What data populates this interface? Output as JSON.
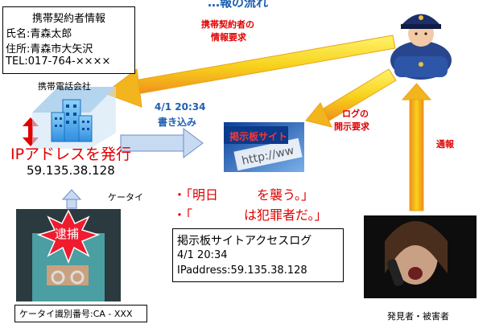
{
  "header_partial": "…報の流れ",
  "contract_info": {
    "title": "携帯契約者情報",
    "name": "氏名:青森太郎",
    "address": "住所:青森市大矢沢",
    "tel": "TEL:017-764-××××"
  },
  "carrier_label": "携帯電話会社",
  "ip_issue": "IPアドレスを発行",
  "ip_address": "59.135.38.128",
  "post_time": "4/1 20:34",
  "post_action": "書き込み",
  "bbs_label": "掲示板サイト",
  "url_text": "http://ww",
  "request_contract": {
    "line1": "携帯契約者の",
    "line2": "情報要求"
  },
  "request_log": {
    "line1": "ログの",
    "line2": "開示要求"
  },
  "report_label": "通報",
  "posts": [
    "・「明日　　　を襲う。」",
    "・「　　　　は犯罪者だ。」"
  ],
  "keitai_label": "ケータイ",
  "arrest_label": "逮捕",
  "access_log": {
    "title": "掲示板サイトアクセスログ",
    "time": "4/1 20:34",
    "ip": "IPaddress:59.135.38.128"
  },
  "device_id": "ケータイ識別番号:CA - XXX",
  "reporter_label": "発見者・被害者",
  "colors": {
    "arrow_yellow": "#f7d21c",
    "arrow_orange": "#ef8a1c",
    "red_text": "#e00000",
    "blue_text": "#1f5fb0",
    "arrow_blue": "#c8daf2"
  }
}
